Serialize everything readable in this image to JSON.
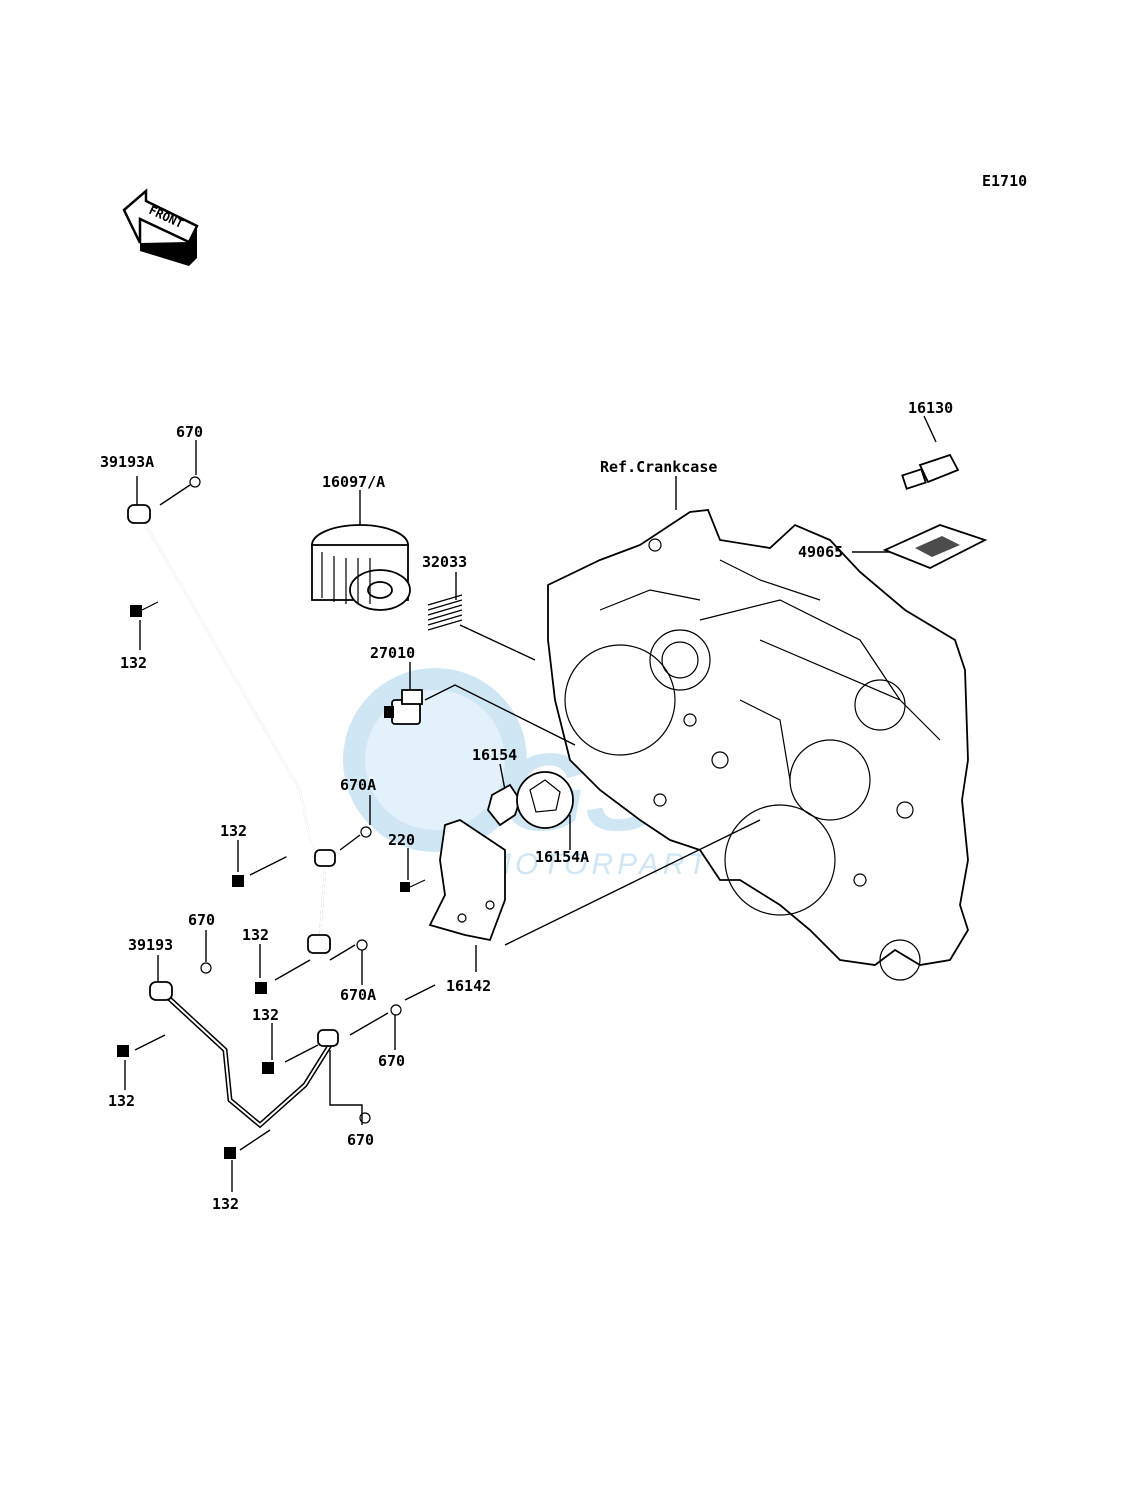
{
  "diagram_code": "E1710",
  "front_arrow_label": "FRONT",
  "watermark": {
    "brand": "GSM",
    "tagline": "MOTORPARTS",
    "color": "#2a8fd0"
  },
  "parts": [
    {
      "id": "p-16130",
      "label": "16130"
    },
    {
      "id": "p-ref-crankcase",
      "label": "Ref.Crankcase"
    },
    {
      "id": "p-49065",
      "label": "49065"
    },
    {
      "id": "p-16097A",
      "label": "16097/A"
    },
    {
      "id": "p-32033",
      "label": "32033"
    },
    {
      "id": "p-27010",
      "label": "27010"
    },
    {
      "id": "p-16154",
      "label": "16154"
    },
    {
      "id": "p-16154A",
      "label": "16154A"
    },
    {
      "id": "p-220",
      "label": "220"
    },
    {
      "id": "p-16142",
      "label": "16142"
    },
    {
      "id": "p-670-top",
      "label": "670"
    },
    {
      "id": "p-39193A",
      "label": "39193A"
    },
    {
      "id": "p-132-top",
      "label": "132"
    },
    {
      "id": "p-670A-mid",
      "label": "670A"
    },
    {
      "id": "p-132-mid",
      "label": "132"
    },
    {
      "id": "p-670-left",
      "label": "670"
    },
    {
      "id": "p-39193",
      "label": "39193"
    },
    {
      "id": "p-132-b1",
      "label": "132"
    },
    {
      "id": "p-670A-low",
      "label": "670A"
    },
    {
      "id": "p-132-b2",
      "label": "132"
    },
    {
      "id": "p-670-low",
      "label": "670"
    },
    {
      "id": "p-132-left",
      "label": "132"
    },
    {
      "id": "p-670-bottom",
      "label": "670"
    },
    {
      "id": "p-132-bottom",
      "label": "132"
    }
  ]
}
